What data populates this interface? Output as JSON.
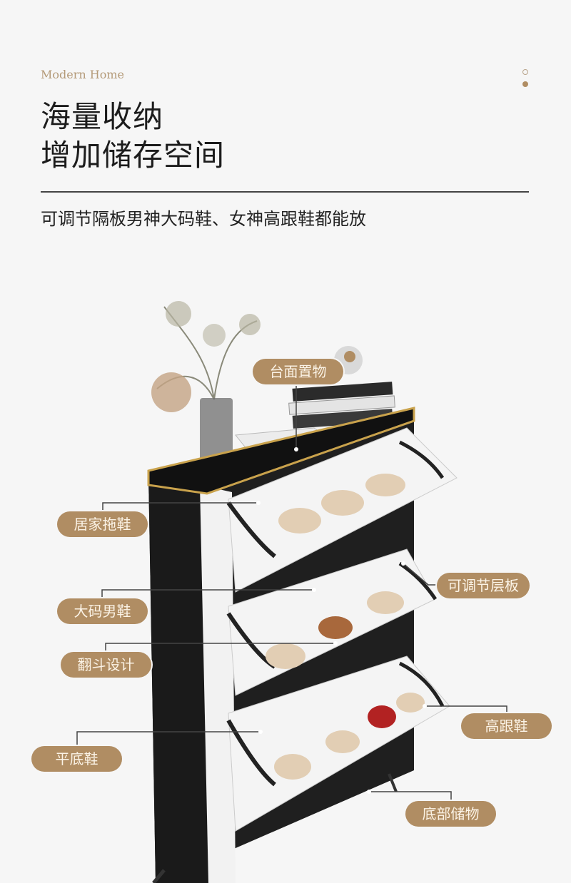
{
  "header": {
    "brand": "Modern Home",
    "title_line1": "海量收纳",
    "title_line2": "增加储存空间",
    "subtitle": "可调节隔板男神大码鞋、女神高跟鞋都能放"
  },
  "callouts": {
    "top": "台面置物",
    "slippers": "居家拖鞋",
    "mens_large": "大码男鞋",
    "flip_design": "翻斗设计",
    "flats": "平底鞋",
    "adjustable_shelf": "可调节层板",
    "heels": "高跟鞋",
    "bottom_storage": "底部储物"
  },
  "colors": {
    "accent": "#b08d63",
    "cabinet": "#1f1f1f",
    "gold_trim": "#c9a24c"
  }
}
